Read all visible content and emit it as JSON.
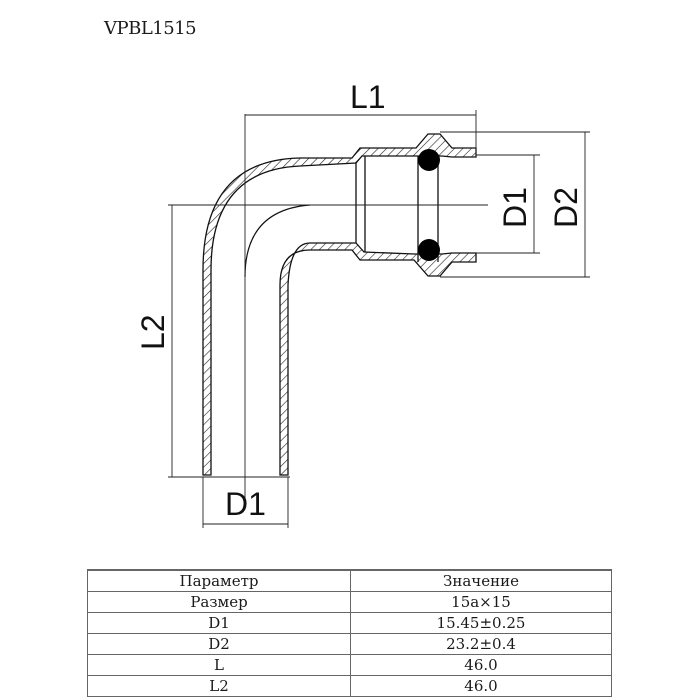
{
  "title": "VPBL1515",
  "drawing": {
    "labels": {
      "L1": "L1",
      "L2": "L2",
      "D1_side": "D1",
      "D2_side": "D2",
      "D1_bottom": "D1"
    }
  },
  "table": {
    "headers": [
      "Параметр",
      "Значение"
    ],
    "rows": [
      {
        "param": "Размер",
        "value": "15a×15"
      },
      {
        "param": "D1",
        "value": "15.45±0.25"
      },
      {
        "param": "D2",
        "value": "23.2±0.4"
      },
      {
        "param": "L",
        "value": "46.0"
      },
      {
        "param": "L2",
        "value": "46.0"
      }
    ]
  }
}
